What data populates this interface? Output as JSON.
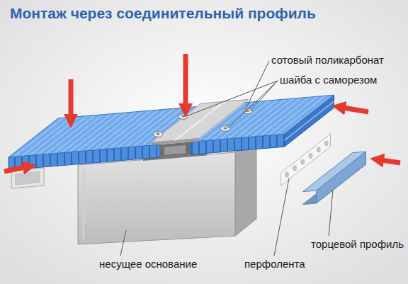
{
  "diagram": {
    "title": "Монтаж через соединительный профиль",
    "labels": [
      "сотовый поликарбонат",
      "шайба с саморезом",
      "торцевой профиль",
      "несущее основание",
      "перфолента"
    ]
  }
}
